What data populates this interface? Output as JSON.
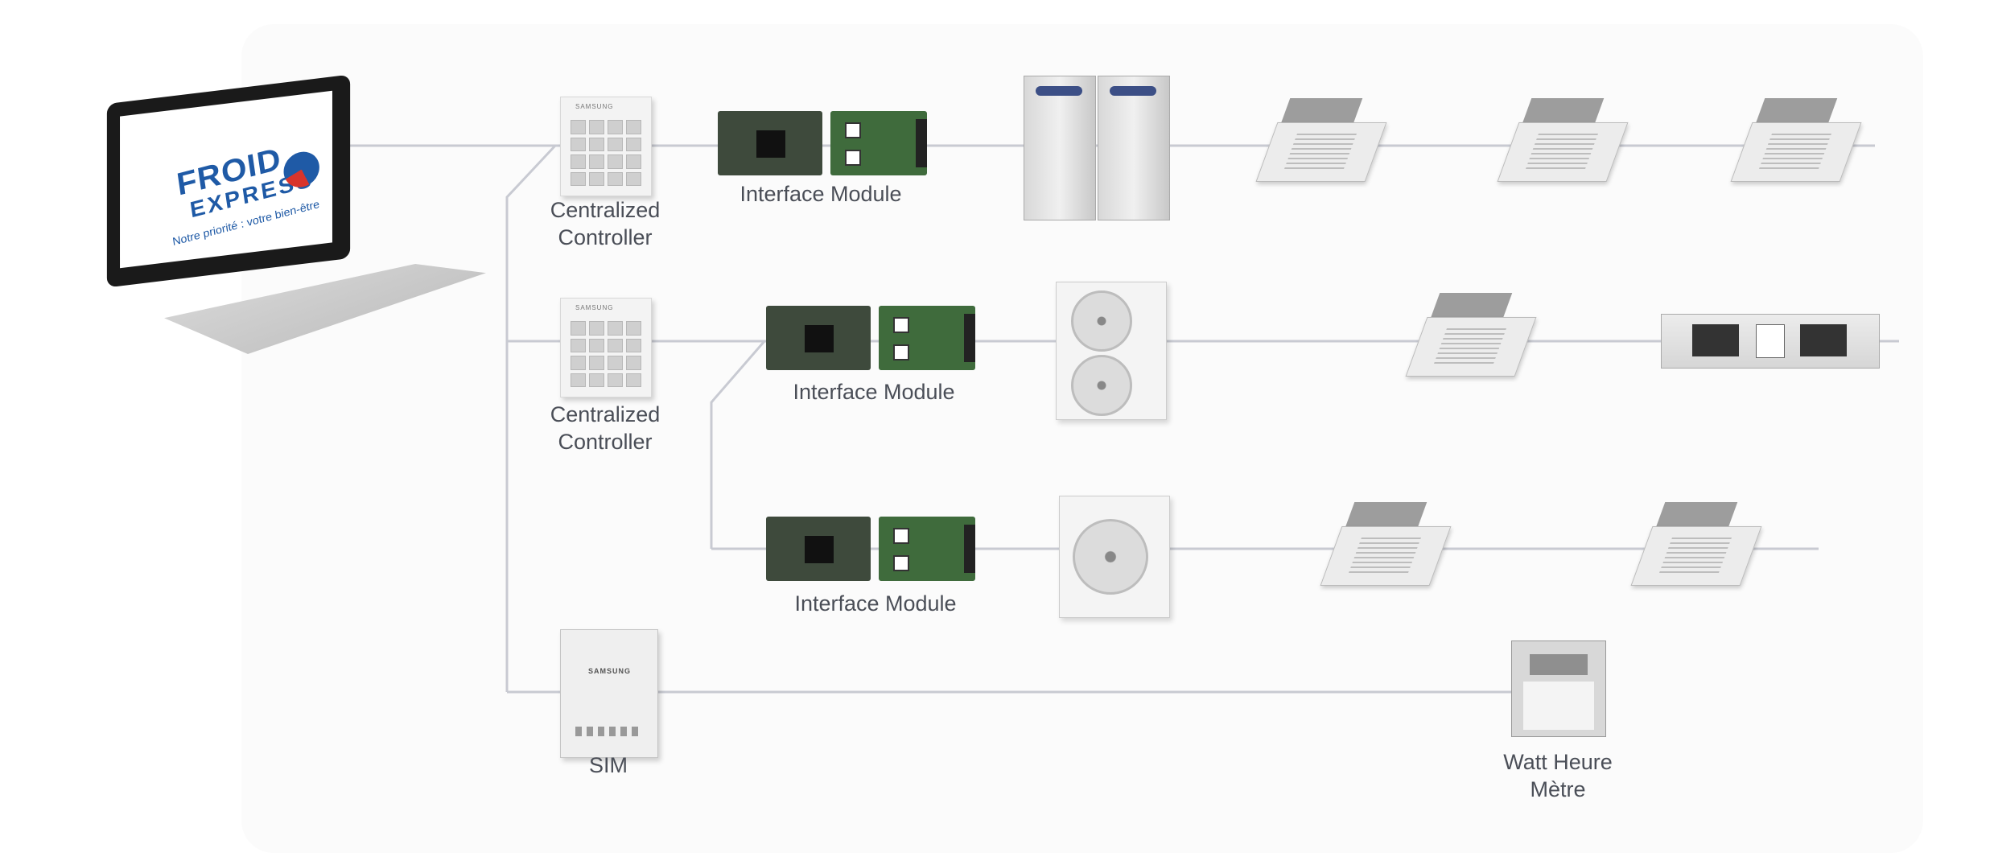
{
  "diagram": {
    "laptop": {
      "brand_line1": "FROID",
      "brand_line2": "EXPRESS",
      "tagline": "Notre priorité : votre bien-être"
    },
    "labels": {
      "centralized_controller_1": [
        "Centralized",
        "Controller"
      ],
      "centralized_controller_2": [
        "Centralized",
        "Controller"
      ],
      "interface_module_1": "Interface Module",
      "interface_module_2": "Interface Module",
      "interface_module_3": "Interface Module",
      "sim": "SIM",
      "watt_meter": [
        "Watt Heure",
        "Mètre"
      ]
    },
    "brand_marks": {
      "controller": "SAMSUNG",
      "sim": "SAMSUNG"
    },
    "colors": {
      "wire": "#c8cad2",
      "label": "#4a4e57",
      "logo_blue": "#1f5aa6",
      "logo_red": "#d8342c"
    }
  }
}
